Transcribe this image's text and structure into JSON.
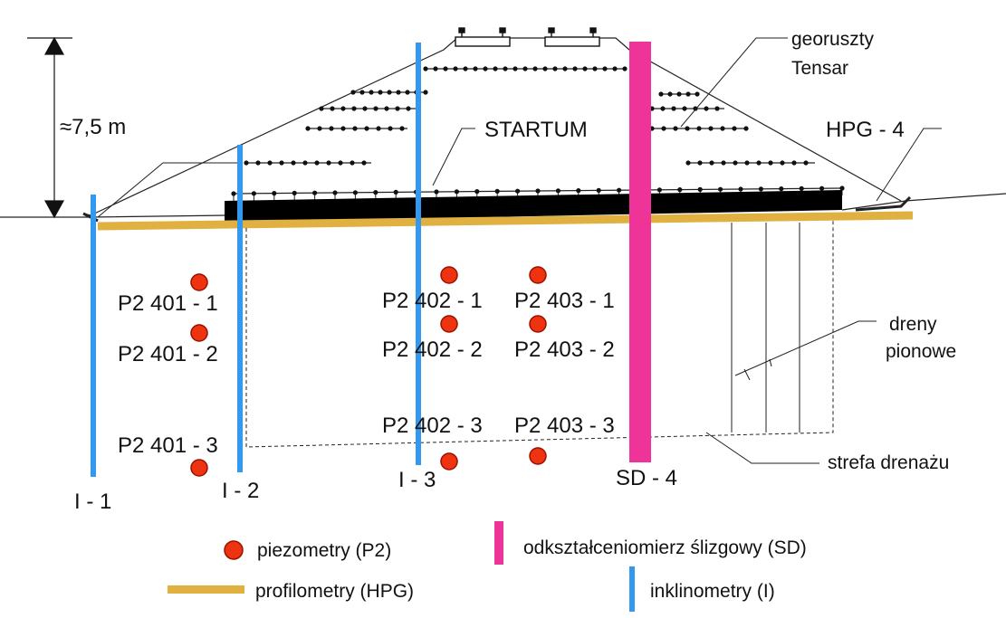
{
  "height_annotation": "≈7,5 m",
  "callouts": {
    "georuszty_line1": "georuszty",
    "georuszty_line2": "Tensar",
    "startum": "STARTUM",
    "hpg4": "HPG - 4",
    "dreny_line1": "dreny",
    "dreny_line2": "pionowe",
    "strefa": "strefa drenażu"
  },
  "piezometers": {
    "p401_1": "P2 401 - 1",
    "p401_2": "P2 401 - 2",
    "p401_3": "P2 401 - 3",
    "p402_1": "P2 402 - 1",
    "p402_2": "P2 402 - 2",
    "p402_3": "P2 402 - 3",
    "p403_1": "P2 403 - 1",
    "p403_2": "P2 403 - 2",
    "p403_3": "P2 403 - 3"
  },
  "instruments": {
    "i1": "I - 1",
    "i2": "I - 2",
    "i3": "I - 3",
    "sd4": "SD - 4"
  },
  "legend": {
    "piezometry": "piezometry (P2)",
    "profilometry": "profilometry (HPG)",
    "odksztalceniomierz": "odkształceniomierz ślizgowy (SD)",
    "inklinometry": "inklinometry (I)"
  },
  "colors": {
    "inclinometer": "#3399ee",
    "slide_gauge": "#ee3399",
    "profilometer": "#e0b040",
    "piezometer_fill": "#ee3311",
    "piezometer_stroke": "#991100",
    "mattress": "#000000"
  }
}
